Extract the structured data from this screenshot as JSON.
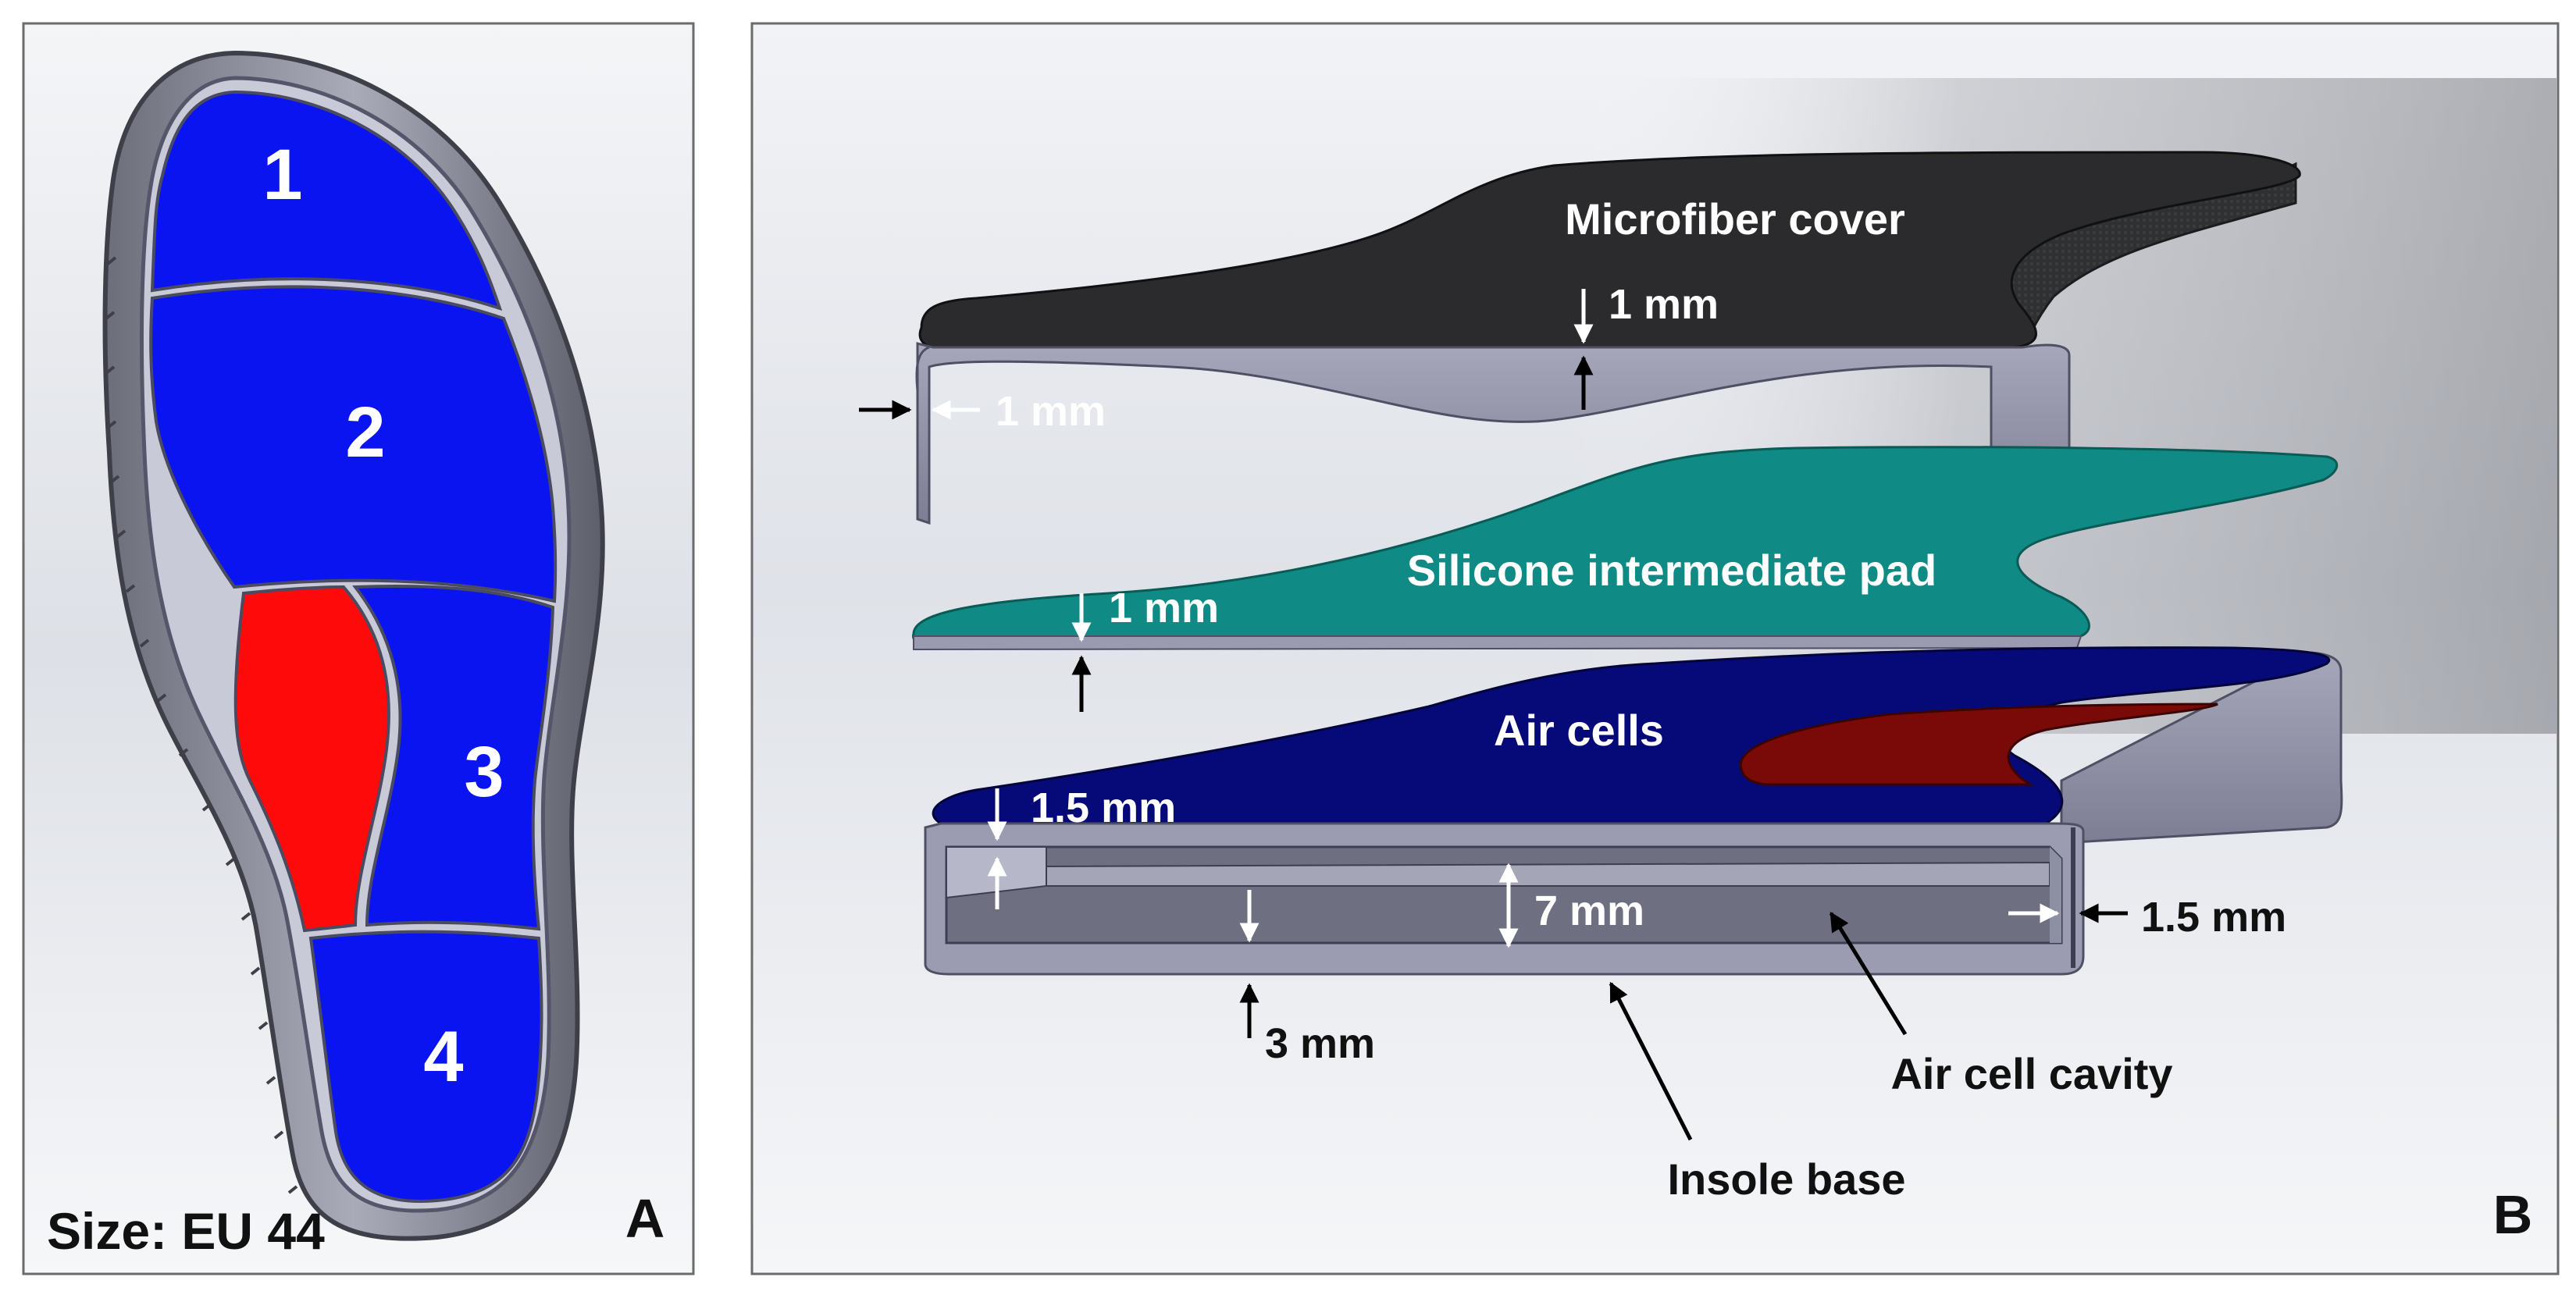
{
  "panel_a": {
    "letter": "A",
    "size_label": "Size: EU 44",
    "zones": [
      "1",
      "2",
      "3",
      "4"
    ]
  },
  "panel_b": {
    "letter": "B",
    "layers": {
      "cover": "Microfiber cover",
      "pad": "Silicone intermediate pad",
      "cells": "Air cells"
    },
    "dimensions": {
      "cover_thickness": "1 mm",
      "cover_wall": "1 mm",
      "pad_thickness": "1 mm",
      "cell_top": "1.5 mm",
      "cavity_height": "7 mm",
      "cell_wall": "1.5 mm",
      "base_thickness": "3 mm"
    },
    "callouts": {
      "cavity": "Air cell cavity",
      "base": "Insole base"
    }
  },
  "colors": {
    "zone_blue": "#0a14f0",
    "zone_red": "#ff0a0a",
    "cover": "#2b2b2d",
    "pad": "#0f8a84",
    "cells": "#060a78",
    "cell_red": "#7a0a08",
    "gray_part": "#8e8fa6"
  }
}
